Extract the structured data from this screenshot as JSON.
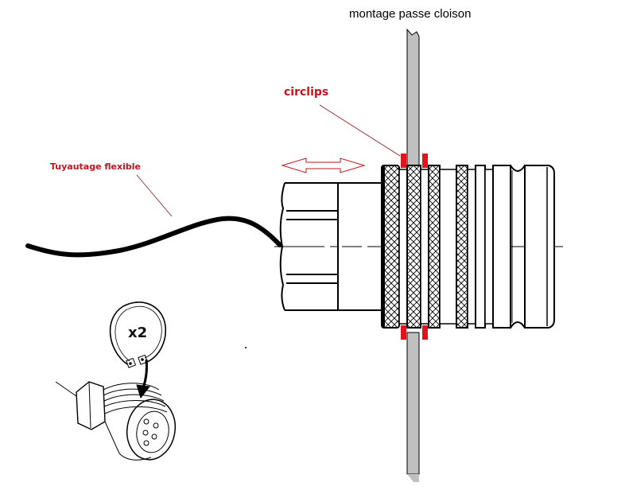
{
  "diagram": {
    "title": "montage passe cloison",
    "labels": {
      "circlips": "circlips",
      "hose": "Tuyautage flexible",
      "quantity": "x2"
    },
    "colors": {
      "annotation_red": "#c0151d",
      "circlip_red": "#e0141c",
      "wall_gray": "#c0c0c0",
      "outline": "#000000",
      "background": "#ffffff"
    },
    "components": [
      {
        "id": "partition-wall",
        "label": "cloison"
      },
      {
        "id": "hex-nut",
        "label": "écrou hexagonal"
      },
      {
        "id": "threaded-body",
        "label": "corps fileté"
      },
      {
        "id": "circlips",
        "label": "circlips",
        "count": 2
      },
      {
        "id": "flexible-hose",
        "label": "Tuyautage flexible"
      },
      {
        "id": "coupling-nose",
        "label": "nez du coupleur"
      },
      {
        "id": "adjustment-arrow",
        "label": "double flèche de réglage"
      },
      {
        "id": "inset-illustration",
        "label": "vue isométrique du coupleur avec circlip"
      }
    ]
  }
}
